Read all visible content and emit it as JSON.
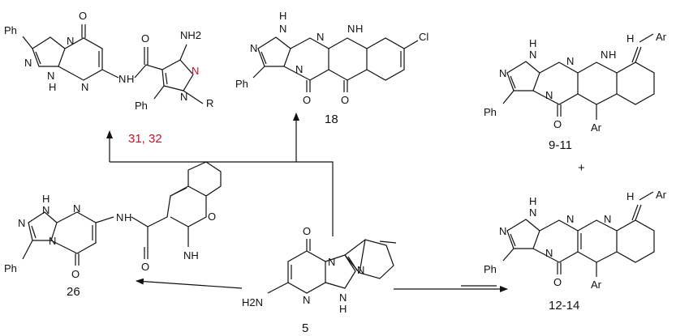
{
  "colors": {
    "ink": "#111111",
    "condition": "#c8102e",
    "n_highlight": "#c8102e"
  },
  "compounds": {
    "c5": {
      "label": "5",
      "atoms": {
        "o": "O",
        "n1": "N",
        "n2": "N",
        "nh": "N",
        "h": "H",
        "nh2": "H2N",
        "n3": "N"
      }
    },
    "c26": {
      "label": "26",
      "atoms": {
        "ph": "Ph",
        "o": "O",
        "nh_top": "H",
        "n_top": "N",
        "n1": "N",
        "n2": "N",
        "n3": "N",
        "nh_amide": "N",
        "h_amide": "H",
        "o_amide": "O",
        "o_ring": "O",
        "imino": "NH"
      }
    },
    "c31_32": {
      "atoms": {
        "ph": "Ph",
        "o": "O",
        "n1": "N",
        "n2": "N",
        "n3": "N",
        "nh": "N",
        "h": "H",
        "nh_amide": "N",
        "h_amide": "H",
        "o_amide": "O",
        "nh2": "NH2",
        "ph2": "Ph",
        "n_red": "N",
        "n_r": "N",
        "r": "R"
      }
    },
    "c18": {
      "label": "18",
      "atoms": {
        "nh": "N",
        "h": "H",
        "n1": "N",
        "n2": "N",
        "n3": "N",
        "nh_mid": "N",
        "h_mid": "H",
        "cl": "Cl",
        "ph": "Ph",
        "o1": "O",
        "o2": "O"
      }
    },
    "c9_11": {
      "label": "9-11",
      "atoms": {
        "h": "H",
        "ar": "Ar",
        "nh": "N",
        "h2": "H",
        "n1": "N",
        "n2": "N",
        "n3": "N",
        "nh_mid": "N",
        "h_mid": "H",
        "ph": "Ph",
        "o": "O",
        "ar2": "Ar"
      }
    },
    "c12_14": {
      "label": "12-14",
      "atoms": {
        "h": "H",
        "ar": "Ar",
        "nh": "N",
        "h2": "H",
        "n1": "N",
        "n2": "N",
        "n3": "N",
        "n4": "N",
        "ph": "Ph",
        "o": "O",
        "ar2": "Ar"
      }
    }
  },
  "reaction_conditions": {
    "to_31_32": "31, 32"
  },
  "plus_sign": "+"
}
